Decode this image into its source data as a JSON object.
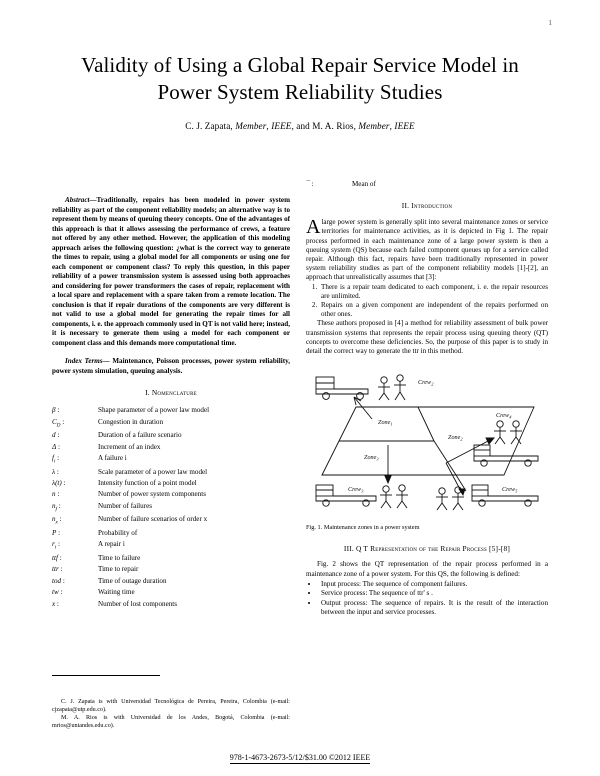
{
  "page_number": "1",
  "title": "Validity of Using a Global Repair Service Model in Power System Reliability Studies",
  "authors": {
    "part1": "C. J. Zapata, ",
    "member1": "Member",
    "sep1": ", ",
    "ieee1": "IEEE",
    "part2": ", and M. A. Rios, ",
    "member2": "Member",
    "sep2": ", ",
    "ieee2": "IEEE"
  },
  "abstract": {
    "lead": "Abstract",
    "text": "—Traditionally, repairs has been modeled in power system reliability as part of the component reliability models; an alternative way is to represent them by means of queuing theory concepts. One of the advantages of this approach is that it allows assessing the performance of crews, a feature not offered by any other method. However, the application of this modeling approach arises the following question: ¿what is the correct way to generate the times to repair, using a global model for all components or using one for each component or component class? To reply this question, in this paper reliability of a power transmission system is assessed using both approaches and considering for power transformers the cases of repair, replacement with a local spare and replacement with a spare taken from a remote location. The conclusion is that if repair durations of the components are very different is not valid to use a global model for generating the repair times for all components, i. e. the approach commonly used in QT is not valid here; instead, it is necessary to generate them using a model for each component or component class and this demands more computational time."
  },
  "index_terms": {
    "lead": "Index Terms",
    "text": "— Maintenance, Poisson processes, power system reliability, power system simulation, queuing analysis."
  },
  "nomenclature": {
    "heading": "I.  Nomenclature",
    "entries": [
      {
        "symbol": "β",
        "sub": "",
        "colon": ":",
        "definition": "Shape parameter of a power law model"
      },
      {
        "symbol": "C",
        "sub": "D",
        "colon": ":",
        "definition": "Congestion in duration"
      },
      {
        "symbol": "d",
        "sub": "",
        "colon": ":",
        "definition": "Duration of a failure scenario"
      },
      {
        "symbol": "Δ",
        "sub": "",
        "colon": ":",
        "definition": "Increment of an index"
      },
      {
        "symbol": "f",
        "sub": "i",
        "colon": ":",
        "definition": "A failure  i"
      },
      {
        "symbol": "λ",
        "sub": "",
        "colon": ":",
        "definition": "Scale parameter of a power law model"
      },
      {
        "symbol": "λ(t)",
        "sub": "",
        "colon": ":",
        "definition": "Intensity function of a point model"
      },
      {
        "symbol": "n",
        "sub": "",
        "colon": ":",
        "definition": "Number of power system components"
      },
      {
        "symbol": "n",
        "sub": "f",
        "colon": ":",
        "definition": "Number of failures"
      },
      {
        "symbol": "n",
        "sub": "x",
        "colon": ":",
        "definition": "Number of failure scenarios of order  x"
      },
      {
        "symbol": "P",
        "sub": "",
        "colon": ":",
        "definition": "Probability of"
      },
      {
        "symbol": "r",
        "sub": "i",
        "colon": ":",
        "definition": "A repair  i"
      },
      {
        "symbol": "ttf",
        "sub": "",
        "colon": ":",
        "definition": "Time to failure"
      },
      {
        "symbol": "ttr",
        "sub": "",
        "colon": ":",
        "definition": "Time to repair"
      },
      {
        "symbol": "tod",
        "sub": "",
        "colon": ":",
        "definition": "Time of outage duration"
      },
      {
        "symbol": "tw",
        "sub": "",
        "colon": ":",
        "definition": "Waiting time"
      },
      {
        "symbol": "x",
        "sub": "",
        "colon": ":",
        "definition": "Number of lost components"
      }
    ],
    "continued": [
      {
        "symbol": "¯",
        "sub": "",
        "colon": ":",
        "definition": "Mean of"
      }
    ]
  },
  "footnotes": [
    "C. J. Zapata is with Universidad Tecnológica de Pereira, Pereira, Colombia (e-mail: cjzapata@utp.edu.co).",
    "M. A. Rios is with Universidad de los Andes, Bogotá, Colombia (e-mail: mrios@uniandes.edu.co)."
  ],
  "introduction": {
    "heading": "II.  Introduction",
    "dropcap": "A",
    "para1_first": " large power system is generally split into several maintenance zones or service territories for maintenance activities, as it is depicted in Fig 1. The repair process performed in each maintenance zone of a large power system is then a queuing system (QS) because each failed component queues up for a service called repair. Although this fact, repairs have been traditionally represented in power system reliability studies as part of the component reliability models [1]-[2], an approach that unrealistically assumes that [3]:",
    "assumptions": [
      "There is a repair team dedicated to each component, i. e. the repair resources are unlimited.",
      "Repairs on a given component are independent of the repairs performed on other ones."
    ],
    "para2": "These authors proposed in [4] a method for reliability assessment of bulk power transmission systems that represents the repair process using queuing theory (QT) concepts to overcome these deficiencies. So, the purpose of this paper is to study in detail the correct way to generate the  ttr  in this method."
  },
  "figure1": {
    "caption": "Fig. 1. Maintenance zones in a power system",
    "zone_labels": [
      {
        "text": "Zone",
        "sub": "1"
      },
      {
        "text": "Zone",
        "sub": "3"
      },
      {
        "text": "Zone",
        "sub": "2"
      }
    ],
    "crew_labels": [
      {
        "text": "Crew",
        "sub": "2"
      },
      {
        "text": "Crew",
        "sub": "1"
      },
      {
        "text": "Crew",
        "sub": "3"
      },
      {
        "text": "Crew",
        "sub": "4"
      },
      {
        "text": "Crew",
        "sub": "5"
      }
    ]
  },
  "section3": {
    "heading": "III.  Q T Representation of the Repair Process [5]-[8]",
    "para1": "Fig. 2 shows the QT representation of the repair process performed in a maintenance zone of a power system. For this QS, the following is defined:",
    "bullets": [
      "Input process: The sequence of component failures.",
      "Service process: The sequence of ttr' s .",
      "Output process: The sequence of repairs. It is the result of the interaction between the input and service processes."
    ]
  },
  "footer": {
    "isbn": "978-1-4673-2673-5/12/$31.00 ©2012 IEEE"
  }
}
